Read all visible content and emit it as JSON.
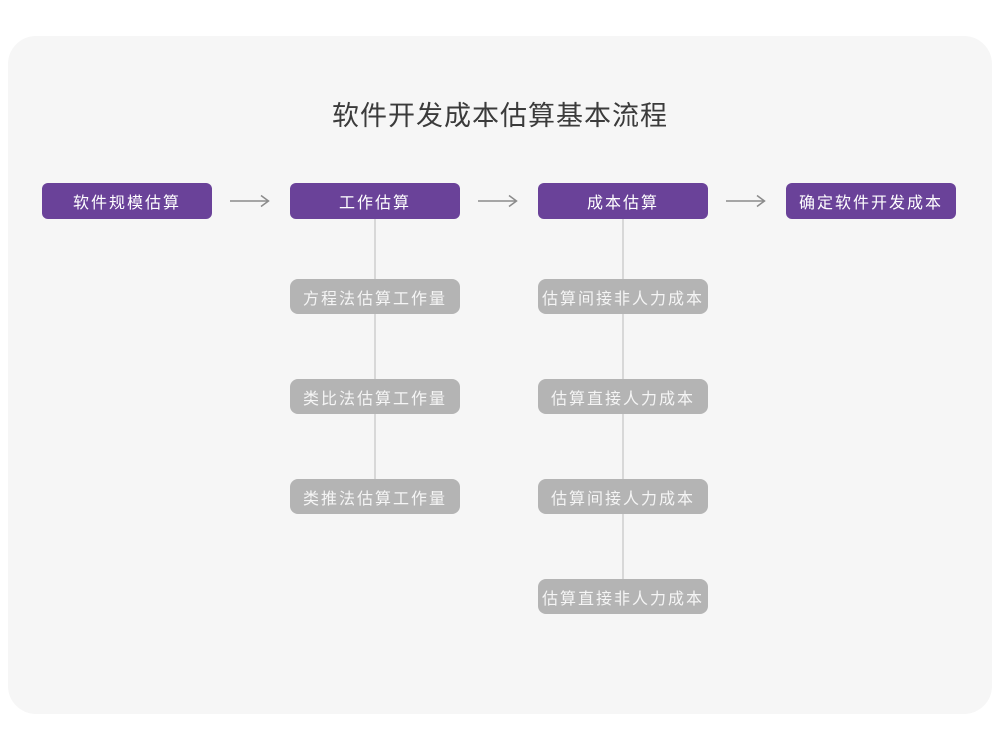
{
  "page": {
    "title": "软件开发成本估算基本流程"
  },
  "colors": {
    "card_background": "#f6f6f6",
    "stage_box": "#6a4299",
    "stage_text": "#ffffff",
    "sub_box": "#b4b4b4",
    "sub_text": "#f5f5f5",
    "arrow": "#8b8b8b",
    "connector": "#d8d8d8",
    "title_text": "#3b3b3b"
  },
  "flow": {
    "stages": [
      {
        "label": "软件规模估算"
      },
      {
        "label": "工作估算"
      },
      {
        "label": "成本估算"
      },
      {
        "label": "确定软件开发成本"
      }
    ],
    "work_methods": [
      "方程法估算工作量",
      "类比法估算工作量",
      "类推法估算工作量"
    ],
    "cost_components": [
      "估算间接非人力成本",
      "估算直接人力成本",
      "估算间接人力成本",
      "估算直接非人力成本"
    ]
  }
}
